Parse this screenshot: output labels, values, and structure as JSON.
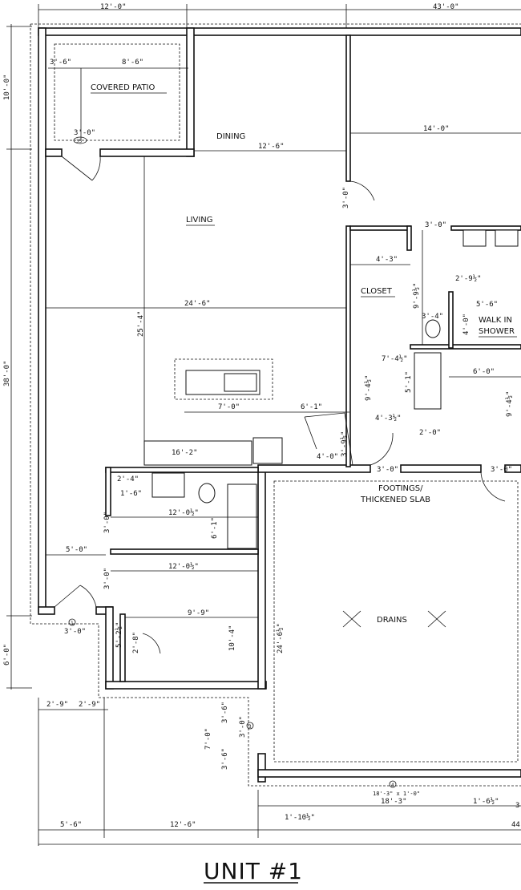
{
  "title": "UNIT #1",
  "rooms": {
    "covered_patio": "COVERED PATIO",
    "dining": "DINING",
    "living": "LIVING",
    "closet": "CLOSET",
    "walk_in_shower": [
      "WALK IN",
      "SHOWER"
    ],
    "footings": [
      "FOOTINGS/",
      "THICKENED SLAB"
    ],
    "drains": "DRAINS"
  },
  "dimensions": {
    "top_left": "12'-0\"",
    "top_right": "43'-0\"",
    "left_top": "10'-0\"",
    "left_mid": "38'-0\"",
    "left_bottom": "6'-0\"",
    "patio_a": "3'-6\"",
    "patio_b": "8'-6\"",
    "patio_post": "3'-0\"",
    "dining_w": "12'-6\"",
    "right_top": "14'-0\"",
    "living_w": "24'-6\"",
    "living_h": "25'-4\"",
    "closet_w": "4'-3\"",
    "closet_h": "9'-9½\"",
    "bath_a": "2'-9½\"",
    "bath_b": "5'-6\"",
    "bath_c": "3'-4\"",
    "bath_d": "4'-0\"",
    "hall_a": "7'-4½\"",
    "hall_b": "9'-4½\"",
    "hall_c": "5'-1\"",
    "right_mid": "6'-0\"",
    "right_mid_h": "9'-4½\"",
    "island_w": "7'-0\"",
    "kitchen_w": "6'-1\"",
    "hall_d": "4'-3½\"",
    "hall_e": "2'-0\"",
    "hall_f": "3'-9½\"",
    "hall_g": "4'-0\"",
    "kitchen_run": "16'-2\"",
    "bath2_a": "2'-4\"",
    "bath2_b": "1'-6\"",
    "bath2_w": "12'-0½\"",
    "bath2_h": "6'-1\"",
    "bed_w": "12'-0½\"",
    "closet2": "5'-0\"",
    "bed2_w": "9'-9\"",
    "bed2_h": "10'-4\"",
    "small_a": "5'-2½\"",
    "small_b": "2'-8\"",
    "garage_h": "24'-6½\"",
    "bot_a": "2'-9\"",
    "bot_b": "2'-9\"",
    "bot_c": "3'-6\"",
    "bot_d": "3'-6\"",
    "bot_e": "7'-0\"",
    "bot_f": "3'-0\"",
    "header": "18'-3\" x 1'-0\"",
    "garage_w": "18'-3\"",
    "bot_g": "1'-6½\"",
    "bot_h": "1'-10½\"",
    "bottom_left": "5'-6\"",
    "bottom_mid": "12'-6\"",
    "door": "3'-0\"",
    "tag_35": "35",
    "tag_1": "1",
    "tag_3": "3",
    "tag_4": "4",
    "edge_a": "3",
    "edge_b": "44"
  }
}
